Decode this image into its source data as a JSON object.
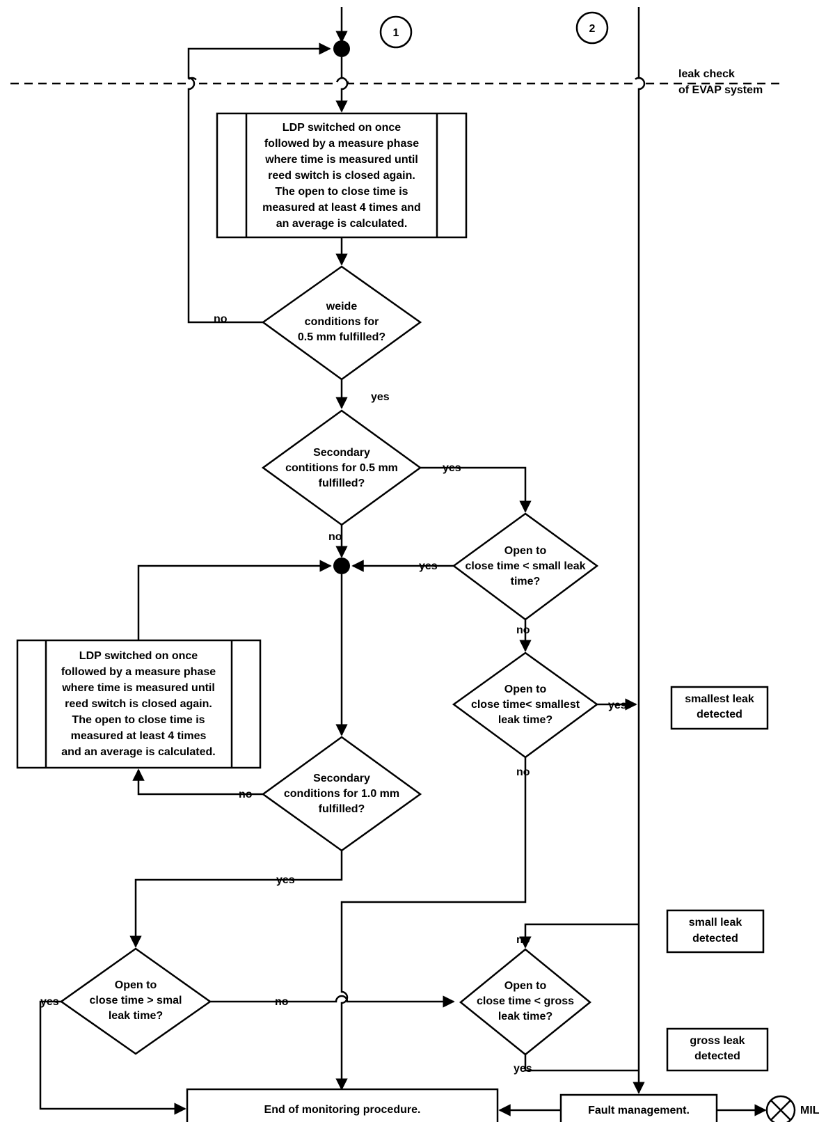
{
  "connectors": {
    "c1": "1",
    "c2": "2"
  },
  "zone_label": {
    "line1": "leak check",
    "line2": "of EVAP system"
  },
  "process_top": {
    "lines": [
      "LDP switched on once",
      "followed by a measure phase",
      "where time is measured until",
      "reed switch is closed again.",
      "The open to close time is",
      "measured at least 4 times and",
      "an average is calculated."
    ]
  },
  "process_left": {
    "lines": [
      "LDP switched on once",
      "followed by a measure phase",
      "where time is measured until",
      "reed switch is closed again.",
      "The open to close time is",
      "measured at least 4 times",
      "and an average is calculated."
    ]
  },
  "decisions": {
    "d1": [
      "weide",
      "conditions for",
      "0.5 mm fulfilled?"
    ],
    "d2": [
      "Secondary",
      "contitions  for 0.5 mm",
      "fulfilled?"
    ],
    "d3": [
      "Open to",
      "close time < small leak",
      "time?"
    ],
    "d4": [
      "Open to",
      "close time< smallest",
      "leak time?"
    ],
    "d5": [
      "Secondary",
      "conditions  for 1.0 mm",
      "fulfilled?"
    ],
    "d6": [
      "Open to",
      "close time > smal",
      "leak time?"
    ],
    "d7": [
      "Open to",
      "close time < gross",
      "leak time?"
    ]
  },
  "edge_labels": {
    "d1_no": "no",
    "d1_yes": "yes",
    "d2_yes": "yes",
    "d2_no": "no",
    "d3_yes": "yes",
    "d3_no": "no",
    "d4_yes": "yes",
    "d4_no": "no",
    "d5_no": "no",
    "d5_yes": "yes",
    "d6_yes": "yes",
    "d6_no": "no",
    "d7_no": "no",
    "d7_yes": "yes"
  },
  "results": {
    "smallest": [
      "smallest leak",
      "detected"
    ],
    "small": [
      "small leak",
      "detected"
    ],
    "gross": [
      "gross leak",
      "detected"
    ]
  },
  "end_box": "End of monitoring procedure.",
  "fault_box": "Fault management.",
  "mil_label": "MIL",
  "icons": {
    "mil": "warning-lamp-icon"
  }
}
